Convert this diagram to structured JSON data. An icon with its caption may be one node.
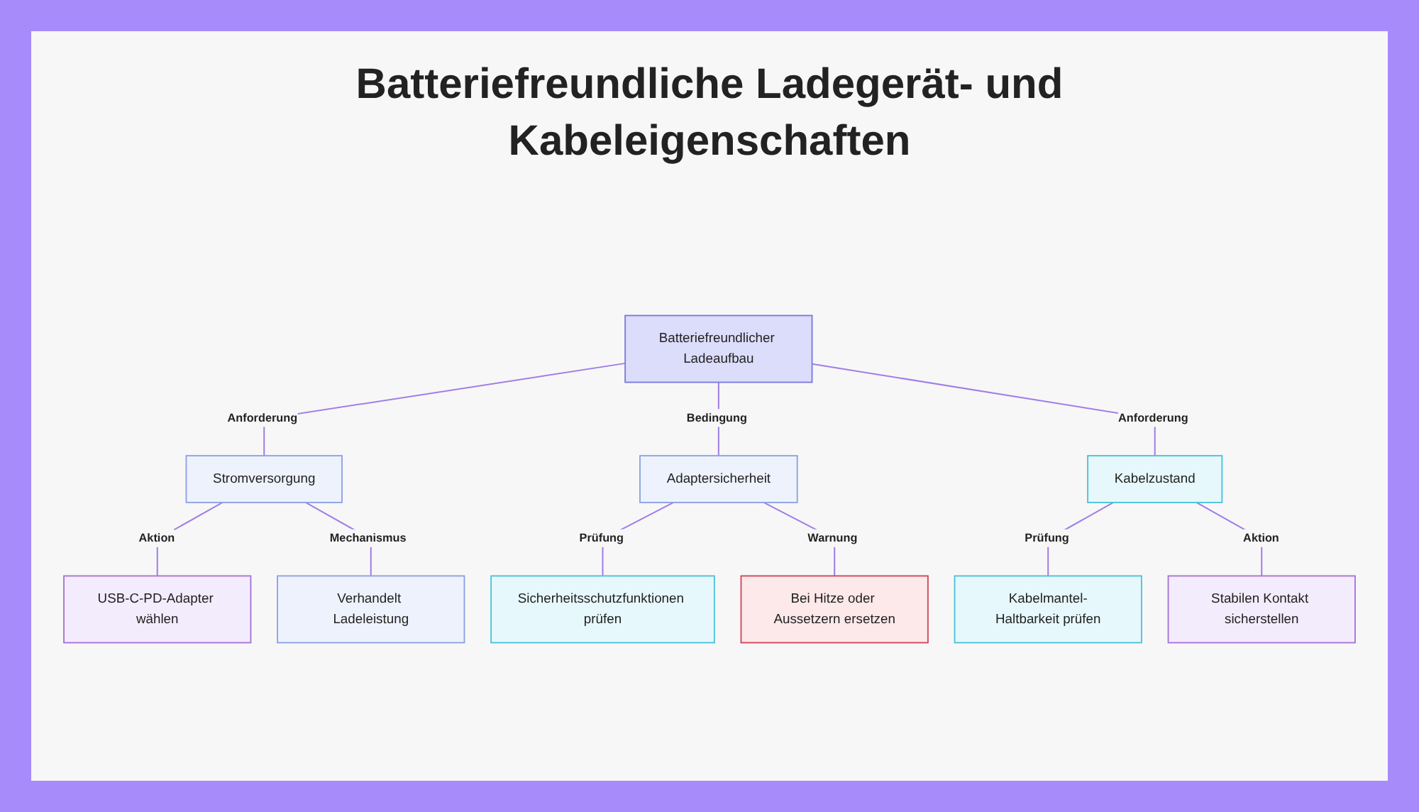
{
  "diagram": {
    "title": "Batteriefreundliche Ladegerät- und Kabeleigenschaften",
    "nodes": [
      {
        "text": [
          "Batteriefreundlicher Ladeaufbau"
        ]
      },
      {
        "text": [
          "Stromversorgung"
        ]
      },
      {
        "text": [
          "Adaptersicherheit"
        ]
      },
      {
        "text": [
          "Kabelzustand"
        ]
      },
      {
        "text": [
          "USB-C-PD-Adapter wählen"
        ]
      },
      {
        "text": [
          "Verhandelt Ladeleistung"
        ]
      },
      {
        "text": [
          "Sicherheitsschutzfunktionen prüfen"
        ]
      },
      {
        "text": [
          "Bei Hitze oder Aussetzern ersetzen"
        ]
      },
      {
        "text": [
          "Kabelmantel-Haltbarkeit prüfen"
        ]
      },
      {
        "text": [
          "Stabilen Kontakt sicherstellen"
        ]
      }
    ],
    "edges": [
      {
        "from": 0,
        "to": 1,
        "arrow": "none",
        "label": "Anforderung"
      },
      {
        "from": 0,
        "to": 2,
        "arrow": "none",
        "label": "Bedingung"
      },
      {
        "from": 0,
        "to": 3,
        "arrow": "none",
        "label": "Anforderung"
      },
      {
        "from": 1,
        "to": 4,
        "arrow": "none",
        "label": "Aktion"
      },
      {
        "from": 1,
        "to": 5,
        "arrow": "none",
        "label": "Mechanismus"
      },
      {
        "from": 2,
        "to": 6,
        "arrow": "none",
        "label": "Prüfung"
      },
      {
        "from": 2,
        "to": 7,
        "arrow": "none",
        "label": "Warnung"
      },
      {
        "from": 3,
        "to": 8,
        "arrow": "none",
        "label": "Prüfung"
      },
      {
        "from": 3,
        "to": 9,
        "arrow": "none",
        "label": "Aktion"
      }
    ]
  }
}
